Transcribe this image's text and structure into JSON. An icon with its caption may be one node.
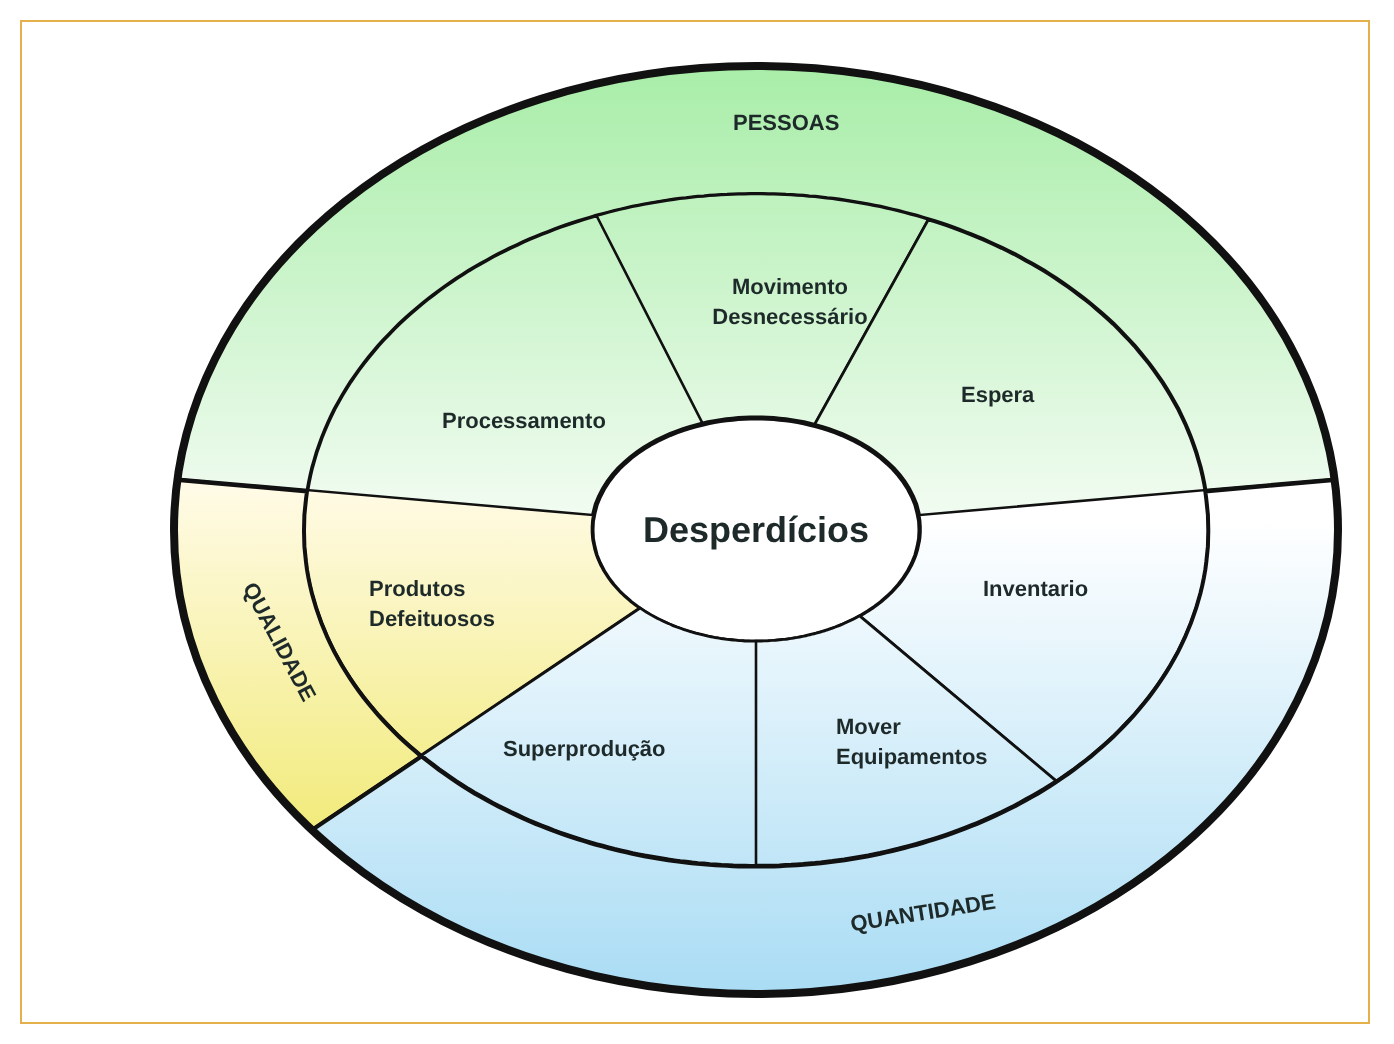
{
  "diagram": {
    "nodes": [
      {
        "text": [
          "PESSOAS"
        ]
      },
      {
        "text": [
          "Movimento Desnecessário"
        ]
      },
      {
        "text": [
          "Processamento"
        ]
      },
      {
        "text": [
          "Espera"
        ]
      },
      {
        "text": [
          "Desperdícios"
        ]
      },
      {
        "text": [
          "Produtos Defeituosos"
        ]
      },
      {
        "text": [
          "Inventario"
        ]
      },
      {
        "text": [
          "QUALIDADE"
        ]
      },
      {
        "text": [
          "Superprodução"
        ]
      },
      {
        "text": [
          "Mover Equipamentos"
        ]
      },
      {
        "text": [
          "QUANTIDADE"
        ]
      }
    ]
  }
}
